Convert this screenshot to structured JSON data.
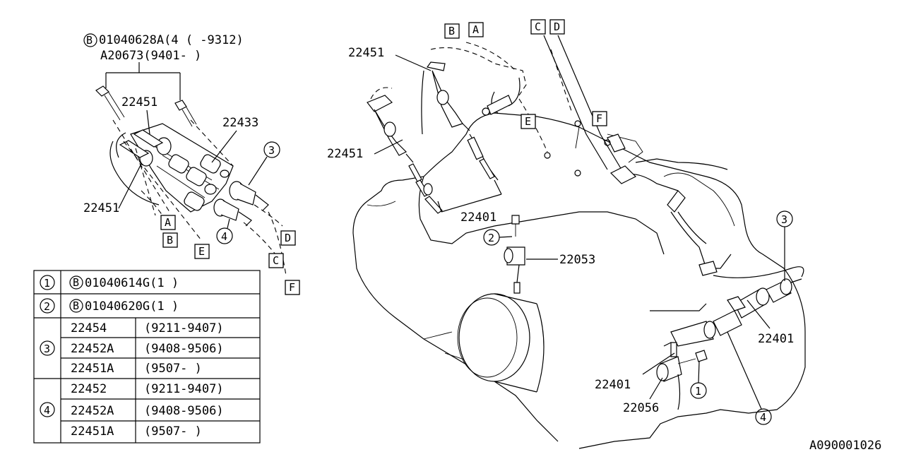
{
  "header": {
    "bolt_ref_1": "01040628A(4 (     -9312)",
    "bolt_ref_2": "A20673(9401-     )",
    "b_symbol": "B"
  },
  "callouts": {
    "p22451_a": "22451",
    "p22451_b": "22451",
    "p22451_c": "22451",
    "p22451_d": "22451",
    "p22433": "22433",
    "p22401_a": "22401",
    "p22401_b": "22401",
    "p22401_c": "22401",
    "p22053": "22053",
    "p22056": "22056"
  },
  "letters": {
    "A": "A",
    "B": "B",
    "C": "C",
    "D": "D",
    "E": "E",
    "F": "F"
  },
  "circles": {
    "n1": "1",
    "n2": "2",
    "n3": "3",
    "n4": "4"
  },
  "legend": {
    "rows": [
      {
        "id": "1",
        "symbol": "B",
        "part": "01040614G(1  )"
      },
      {
        "id": "2",
        "symbol": "B",
        "part": "01040620G(1  )"
      }
    ],
    "groups": [
      {
        "id": "3",
        "entries": [
          {
            "part": "22454",
            "range": "(9211-9407)"
          },
          {
            "part": "22452A",
            "range": "(9408-9506)"
          },
          {
            "part": "22451A",
            "range": "(9507-     )"
          }
        ]
      },
      {
        "id": "4",
        "entries": [
          {
            "part": "22452",
            "range": "(9211-9407)"
          },
          {
            "part": "22452A",
            "range": "(9408-9506)"
          },
          {
            "part": "22451A",
            "range": "(9507-     )"
          }
        ]
      }
    ]
  },
  "footer": {
    "drawing_id": "A090001026"
  }
}
